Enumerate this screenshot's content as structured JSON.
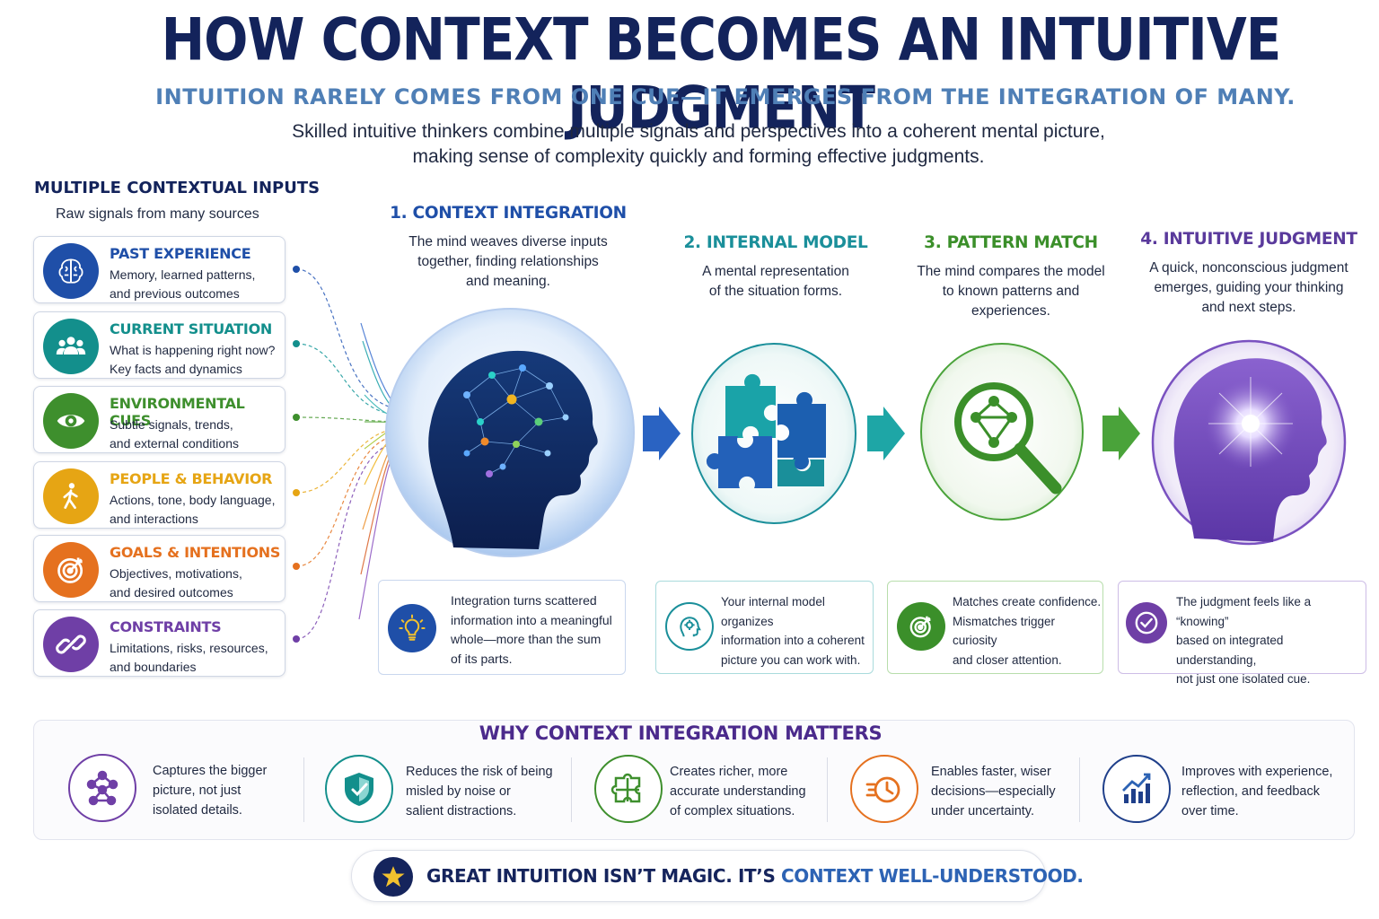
{
  "header": {
    "title": "HOW CONTEXT BECOMES AN INTUITIVE JUDGMENT",
    "subtitle": "INTUITION RARELY COMES FROM ONE CUE—IT EMERGES FROM THE INTEGRATION OF MANY.",
    "intro_line1": "Skilled intuitive thinkers combine multiple signals and perspectives into a coherent mental picture,",
    "intro_line2": "making sense of complexity quickly and forming effective judgments."
  },
  "inputs": {
    "heading": "MULTIPLE CONTEXTUAL INPUTS",
    "subheading": "Raw signals from many sources",
    "items": [
      {
        "title": "PAST EXPERIENCE",
        "line1": "Memory, learned patterns,",
        "line2": "and previous outcomes",
        "icon": "brain-icon",
        "color": "#1f4fa8"
      },
      {
        "title": "CURRENT SITUATION",
        "line1": "What is happening right now?",
        "line2": "Key facts and dynamics",
        "icon": "people-icon",
        "color": "#138f8c"
      },
      {
        "title": "ENVIRONMENTAL CUES",
        "line1": "Subtle signals, trends,",
        "line2": "and external conditions",
        "icon": "eye-icon",
        "color": "#3e8f2d"
      },
      {
        "title": "PEOPLE & BEHAVIOR",
        "line1": "Actions, tone, body language,",
        "line2": "and interactions",
        "icon": "walking-person-icon",
        "color": "#e6a514"
      },
      {
        "title": "GOALS & INTENTIONS",
        "line1": "Objectives, motivations,",
        "line2": "and desired outcomes",
        "icon": "target-icon",
        "color": "#e5711f"
      },
      {
        "title": "CONSTRAINTS",
        "line1": "Limitations, risks, resources,",
        "line2": "and boundaries",
        "icon": "link-icon",
        "color": "#6f3fa6"
      }
    ]
  },
  "steps": [
    {
      "title": "1. CONTEXT INTEGRATION",
      "line1": "The mind weaves diverse inputs",
      "line2": "together, finding relationships",
      "line3": "and meaning.",
      "color": "#1f4fa8"
    },
    {
      "title": "2. INTERNAL MODEL",
      "line1": "A mental representation",
      "line2": "of the situation forms.",
      "line3": "",
      "color": "#1a8f9a"
    },
    {
      "title": "3. PATTERN MATCH",
      "line1": "The mind compares the model",
      "line2": "to known patterns and",
      "line3": "experiences.",
      "color": "#3b8f2a"
    },
    {
      "title": "4. INTUITIVE JUDGMENT",
      "line1": "A quick, nonconscious judgment",
      "line2": "emerges, guiding your thinking",
      "line3": "and next steps.",
      "color": "#5a3a9c"
    }
  ],
  "notes": [
    {
      "line1": "Integration turns scattered",
      "line2": "information into a meaningful",
      "line3": "whole—more than the sum",
      "line4": "of its parts.",
      "icon": "lightbulb-icon",
      "color": "#1f4fa8"
    },
    {
      "line1": "Your internal model organizes",
      "line2": "information into a coherent",
      "line3": "picture you can work with.",
      "line4": "",
      "icon": "head-gear-icon",
      "color": "#1a8f9a"
    },
    {
      "line1": "Matches create confidence.",
      "line2": "Mismatches trigger curiosity",
      "line3": "and closer attention.",
      "line4": "",
      "icon": "target-icon",
      "color": "#3b8f2a"
    },
    {
      "line1": "The judgment feels like a “knowing”",
      "line2": "based on integrated understanding,",
      "line3": "not just one isolated cue.",
      "line4": "",
      "icon": "check-icon",
      "color": "#6f3fa6"
    }
  ],
  "why": {
    "heading": "WHY CONTEXT INTEGRATION MATTERS",
    "items": [
      {
        "line1": "Captures the bigger",
        "line2": "picture, not just",
        "line3": "isolated details.",
        "icon": "network-icon",
        "color": "#6f3fa6"
      },
      {
        "line1": "Reduces the risk of being",
        "line2": "misled by noise or",
        "line3": "salient distractions.",
        "icon": "shield-icon",
        "color": "#138f8c"
      },
      {
        "line1": "Creates richer, more",
        "line2": "accurate understanding",
        "line3": "of complex situations.",
        "icon": "puzzle-piece-icon",
        "color": "#3e8f2d"
      },
      {
        "line1": "Enables faster, wiser",
        "line2": "decisions—especially",
        "line3": "under uncertainty.",
        "icon": "clock-icon",
        "color": "#e5711f"
      },
      {
        "line1": "Improves with experience,",
        "line2": "reflection, and feedback",
        "line3": "over time.",
        "icon": "growth-chart-icon",
        "color": "#1f3f8a"
      }
    ]
  },
  "banner": {
    "part1": "GREAT INTUITION ISN’T MAGIC.  IT’S",
    "part2": " CONTEXT WELL-UNDERSTOOD.",
    "icon": "star-icon"
  }
}
